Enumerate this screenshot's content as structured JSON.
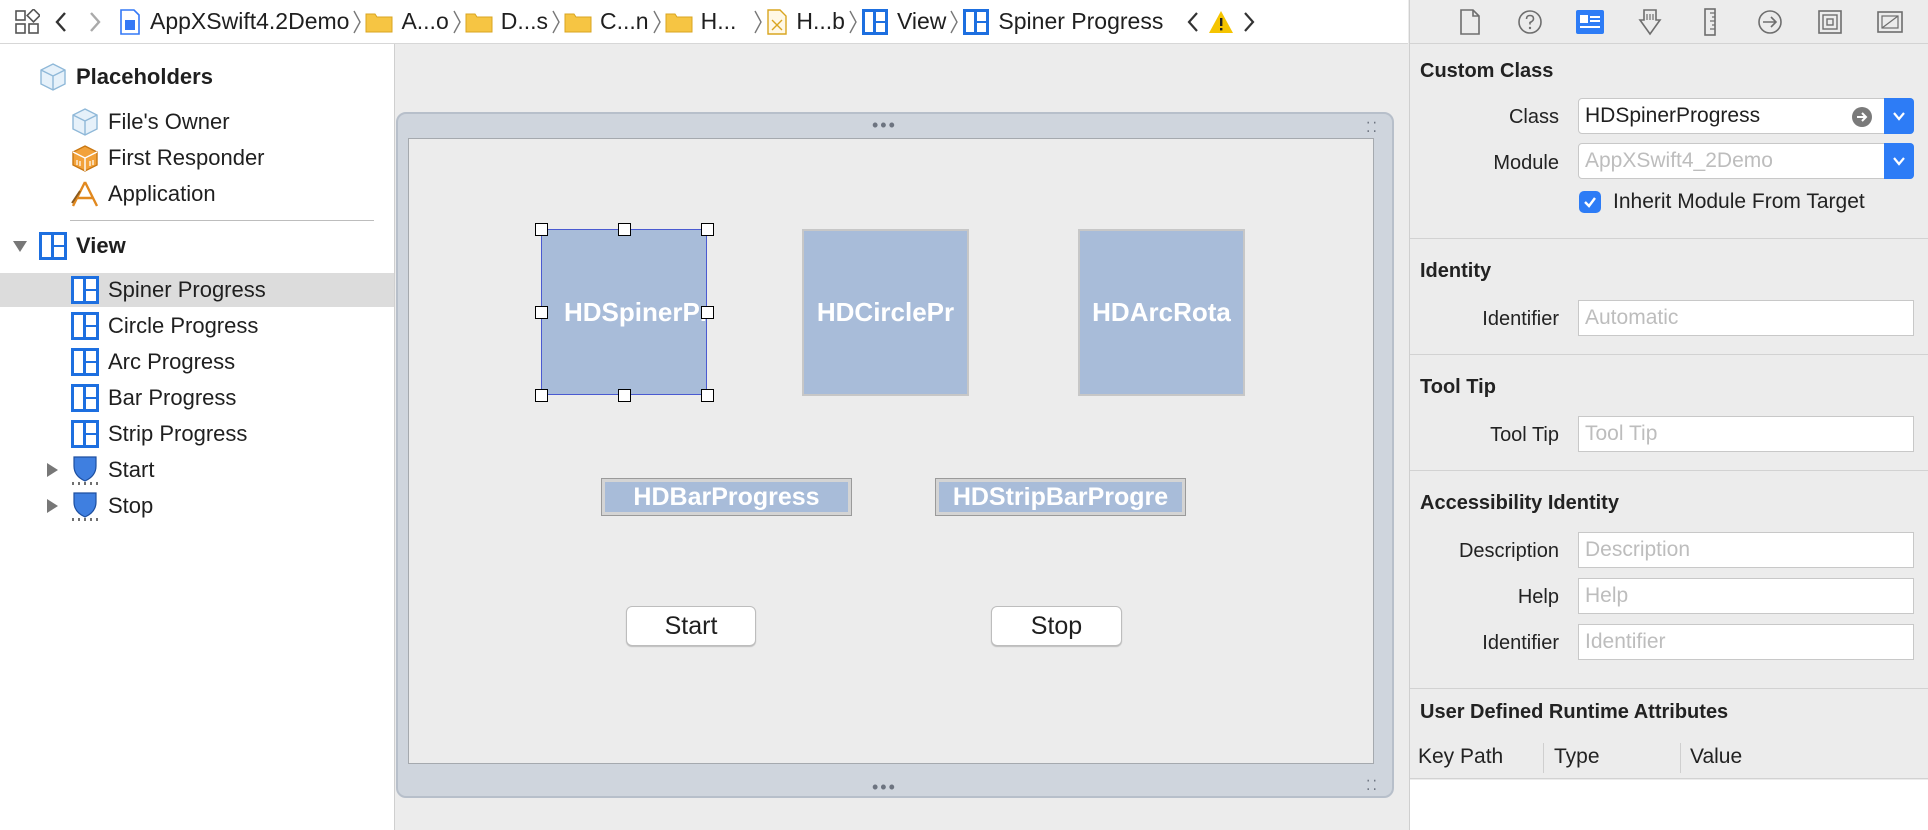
{
  "jumpbar": {
    "crumbs": [
      {
        "label": "AppXSwift4.2Demo",
        "icon": "swift-project-icon"
      },
      {
        "label": "A...o",
        "icon": "folder-icon"
      },
      {
        "label": "D...s",
        "icon": "folder-icon"
      },
      {
        "label": "C...n",
        "icon": "folder-icon"
      },
      {
        "label": "H...",
        "icon": "folder-icon"
      },
      {
        "label": "H...b",
        "icon": "xib-file-icon"
      },
      {
        "label": "View",
        "icon": "view-icon"
      },
      {
        "label": "Spiner Progress",
        "icon": "view-icon"
      }
    ]
  },
  "outline": {
    "placeholders_label": "Placeholders",
    "files_owner": "File's Owner",
    "first_responder": "First Responder",
    "application": "Application",
    "view_label": "View",
    "children": [
      "Spiner Progress",
      "Circle Progress",
      "Arc Progress",
      "Bar Progress",
      "Strip Progress"
    ],
    "start_label": "Start",
    "stop_label": "Stop"
  },
  "canvas": {
    "spiner_view": "HDSpinerPr",
    "circle_view": "HDCirclePr",
    "arc_view": "HDArcRota",
    "bar_view": "HDBarProgress",
    "strip_view": "HDStripBarProgre",
    "start_button": "Start",
    "stop_button": "Stop"
  },
  "inspector": {
    "custom_class": {
      "title": "Custom Class",
      "class_label": "Class",
      "class_value": "HDSpinerProgress",
      "module_label": "Module",
      "module_placeholder": "AppXSwift4_2Demo",
      "inherit_label": "Inherit Module From Target",
      "inherit_checked": true
    },
    "identity": {
      "title": "Identity",
      "identifier_label": "Identifier",
      "identifier_placeholder": "Automatic"
    },
    "tooltip": {
      "title": "Tool Tip",
      "label": "Tool Tip",
      "placeholder": "Tool Tip"
    },
    "accessibility": {
      "title": "Accessibility Identity",
      "description_label": "Description",
      "description_placeholder": "Description",
      "help_label": "Help",
      "help_placeholder": "Help",
      "identifier_label": "Identifier",
      "identifier_placeholder": "Identifier"
    },
    "runtime": {
      "title": "User Defined Runtime Attributes",
      "columns": [
        "Key Path",
        "Type",
        "Value"
      ]
    }
  },
  "colors": {
    "accent": "#2d7cf6",
    "view_fill": "#a8bcd9",
    "warning": "#f5c400",
    "folder": "#f6c543"
  }
}
